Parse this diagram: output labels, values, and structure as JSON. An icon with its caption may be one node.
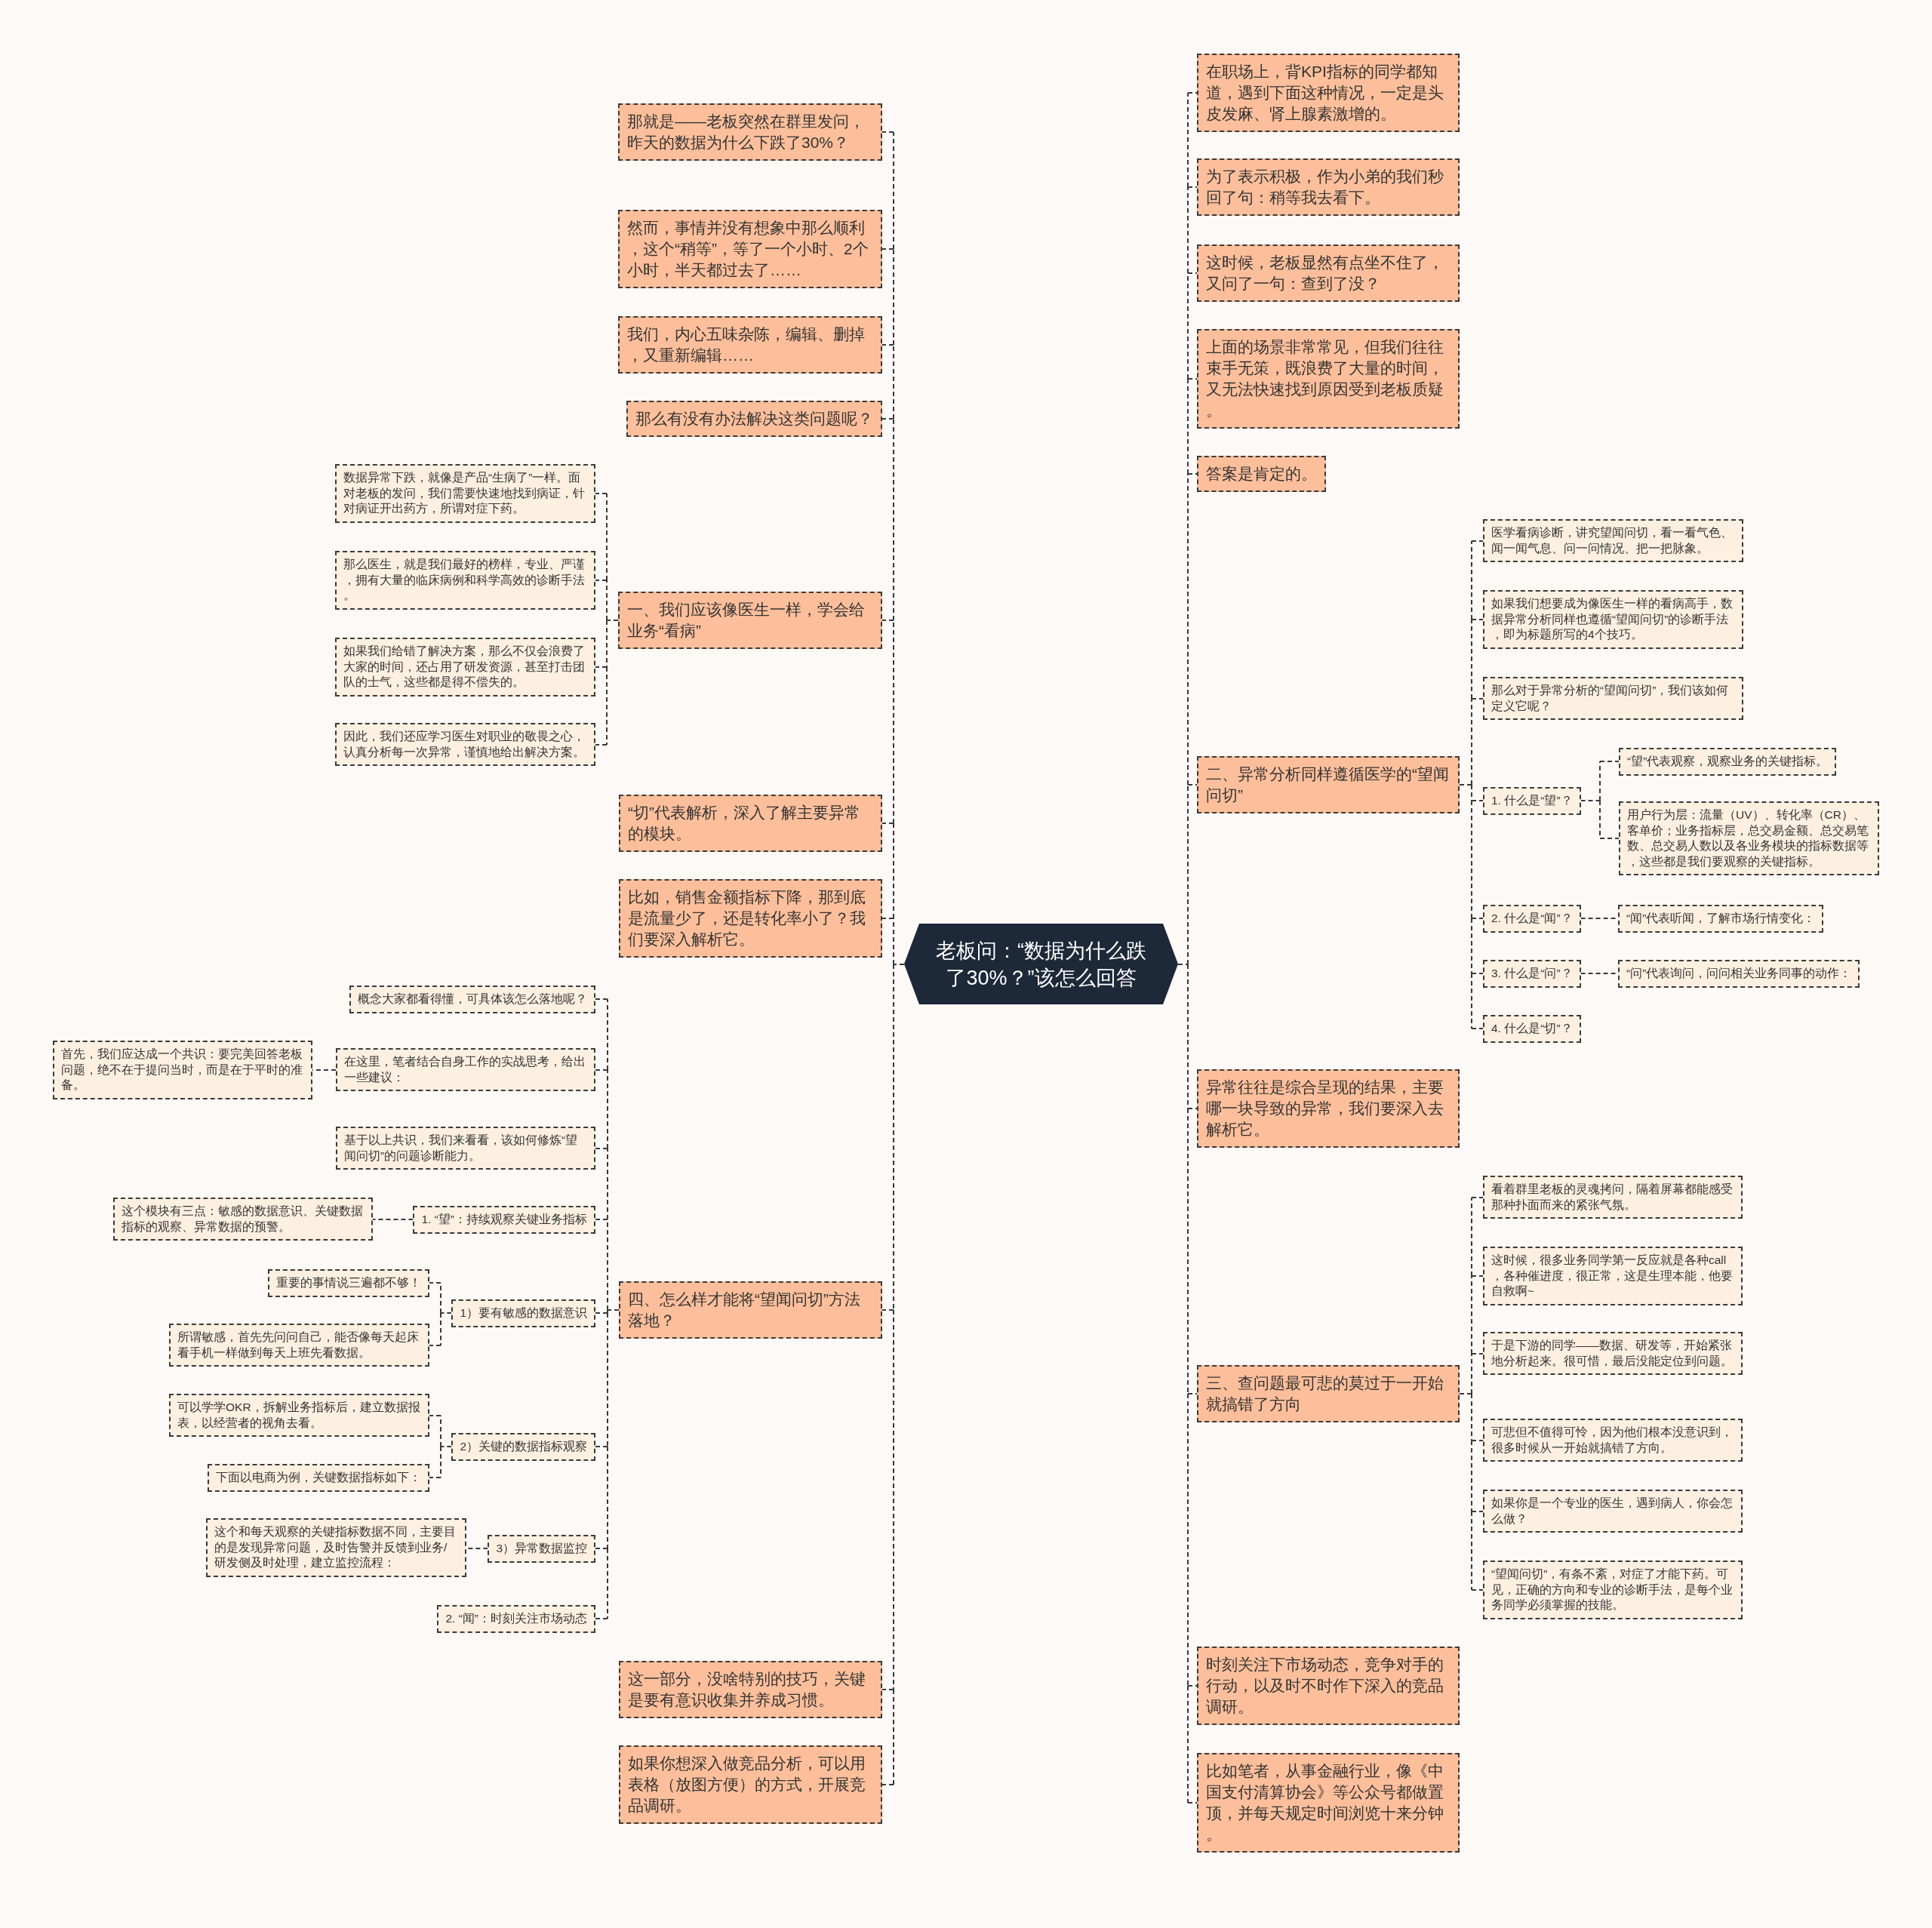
{
  "diagram": {
    "nodes": [
      {
        "text": [
          "老板问：“数据为什么跌了30%？”该怎么回答"
        ]
      },
      {
        "text": [
          "那就是——老板突然在群里发问，昨天的数据为什么下跌了30%？"
        ]
      },
      {
        "text": [
          "然而，事情并没有想象中那么顺利，这个“稍等”，等了一个小时、2个小时，半天都过去了……"
        ]
      },
      {
        "text": [
          "我们，内心五味杂陈，编辑、删掉，又重新编辑……"
        ]
      },
      {
        "text": [
          "那么有没有办法解决这类问题呢？"
        ]
      },
      {
        "text": [
          "一、我们应该像医生一样，学会给业务“看病”"
        ]
      },
      {
        "text": [
          "数据异常下跌，就像是产品“生病了”一样。面对老板的发问，我们需要快速地找到病证，针对病证开出药方，所谓对症下药。"
        ]
      },
      {
        "text": [
          "那么医生，就是我们最好的榜样，专业、严谨，拥有大量的临床病例和科学高效的诊断手法。"
        ]
      },
      {
        "text": [
          "如果我们给错了解决方案，那么不仅会浪费了大家的时间，还占用了研发资源，甚至打击团队的士气，这些都是得不偿失的。"
        ]
      },
      {
        "text": [
          "因此，我们还应学习医生对职业的敬畏之心，认真分析每一次异常，谨慎地给出解决方案。"
        ]
      },
      {
        "text": [
          "“切”代表解析，深入了解主要异常的模块。"
        ]
      },
      {
        "text": [
          "比如，销售金额指标下降，那到底是流量少了，还是转化率小了？我们要深入解析它。"
        ]
      },
      {
        "text": [
          "四、怎么样才能将“望闻问切”方法落地？"
        ]
      },
      {
        "text": [
          "概念大家都看得懂，可具体该怎么落地呢？"
        ]
      },
      {
        "text": [
          "在这里，笔者结合自身工作的实战思考，给出一些建议："
        ]
      },
      {
        "text": [
          "首先，我们应达成一个共识：要完美回答老板问题，绝不在于提问当时，而是在于平时的准备。"
        ]
      },
      {
        "text": [
          "基于以上共识，我们来看看，该如何修炼“望闻问切”的问题诊断能力。"
        ]
      },
      {
        "text": [
          "1. “望”：持续观察关键业务指标"
        ]
      },
      {
        "text": [
          "这个模块有三点：敏感的数据意识、关键数据指标的观察、异常数据的预警。"
        ]
      },
      {
        "text": [
          "1）要有敏感的数据意识"
        ]
      },
      {
        "text": [
          "重要的事情说三遍都不够！"
        ]
      },
      {
        "text": [
          "所谓敏感，首先先问问自己，能否像每天起床看手机一样做到每天上班先看数据。"
        ]
      },
      {
        "text": [
          "2）关键的数据指标观察"
        ]
      },
      {
        "text": [
          "可以学学OKR，拆解业务指标后，建立数据报表，以经营者的视角去看。"
        ]
      },
      {
        "text": [
          "下面以电商为例，关键数据指标如下："
        ]
      },
      {
        "text": [
          "3）异常数据监控"
        ]
      },
      {
        "text": [
          "这个和每天观察的关键指标数据不同，主要目的是发现异常问题，及时告警并反馈到业务/研发侧及时处理，建立监控流程："
        ]
      },
      {
        "text": [
          "2. “闻”：时刻关注市场动态"
        ]
      },
      {
        "text": [
          "这一部分，没啥特别的技巧，关键是要有意识收集并养成习惯。"
        ]
      },
      {
        "text": [
          "如果你想深入做竞品分析，可以用表格（放图方便）的方式，开展竞品调研。"
        ]
      },
      {
        "text": [
          "在职场上，背KPI指标的同学都知道，遇到下面这种情况，一定是头皮发麻、肾上腺素激增的。"
        ]
      },
      {
        "text": [
          "为了表示积极，作为小弟的我们秒回了句：稍等我去看下。"
        ]
      },
      {
        "text": [
          "这时候，老板显然有点坐不住了，又问了一句：查到了没？"
        ]
      },
      {
        "text": [
          "上面的场景非常常见，但我们往往束手无策，既浪费了大量的时间，又无法快速找到原因受到老板质疑。"
        ]
      },
      {
        "text": [
          "答案是肯定的。"
        ]
      },
      {
        "text": [
          "二、异常分析同样遵循医学的“望闻问切”"
        ]
      },
      {
        "text": [
          "医学看病诊断，讲究望闻问切，看一看气色、闻一闻气息、问一问情况、把一把脉象。"
        ]
      },
      {
        "text": [
          "如果我们想要成为像医生一样的看病高手，数据异常分析同样也遵循“望闻问切”的诊断手法，即为标题所写的4个技巧。"
        ]
      },
      {
        "text": [
          "那么对于异常分析的“望闻问切”，我们该如何定义它呢？"
        ]
      },
      {
        "text": [
          "1. 什么是“望”？"
        ]
      },
      {
        "text": [
          "“望”代表观察，观察业务的关键指标。"
        ]
      },
      {
        "text": [
          "用户行为层：流量（UV）、转化率（CR）、客单价；业务指标层，总交易金额、总交易笔数、总交易人数以及各业务模块的指标数据等，这些都是我们要观察的关键指标。"
        ]
      },
      {
        "text": [
          "2. 什么是“闻”？"
        ]
      },
      {
        "text": [
          "“闻”代表听闻，了解市场行情变化："
        ]
      },
      {
        "text": [
          "3. 什么是“问”？"
        ]
      },
      {
        "text": [
          "“问”代表询问，问问相关业务同事的动作："
        ]
      },
      {
        "text": [
          "4. 什么是“切”？"
        ]
      },
      {
        "text": [
          "异常往往是综合呈现的结果，主要哪一块导致的异常，我们要深入去解析它。"
        ]
      },
      {
        "text": [
          "三、查问题最可悲的莫过于一开始就搞错了方向"
        ]
      },
      {
        "text": [
          "看着群里老板的灵魂拷问，隔着屏幕都能感受那种扑面而来的紧张气氛。"
        ]
      },
      {
        "text": [
          "这时候，很多业务同学第一反应就是各种call，各种催进度，很正常，这是生理本能，他要自救啊~"
        ]
      },
      {
        "text": [
          "于是下游的同学——数据、研发等，开始紧张地分析起来。很可惜，最后没能定位到问题。"
        ]
      },
      {
        "text": [
          "可悲但不值得可怜，因为他们根本没意识到，很多时候从一开始就搞错了方向。"
        ]
      },
      {
        "text": [
          "如果你是一个专业的医生，遇到病人，你会怎么做？"
        ]
      },
      {
        "text": [
          "“望闻问切”，有条不紊，对症了才能下药。可见，正确的方向和专业的诊断手法，是每个业务同学必须掌握的技能。"
        ]
      },
      {
        "text": [
          "时刻关注下市场动态，竞争对手的行动，以及时不时作下深入的竞品调研。"
        ]
      },
      {
        "text": [
          "比如笔者，从事金融行业，像《中国支付清算协会》等公众号都做置顶，并每天规定时间浏览十来分钟。"
        ]
      }
    ],
    "edges": [
      {
        "from": 0,
        "to": 1,
        "arrow": "none"
      },
      {
        "from": 0,
        "to": 2,
        "arrow": "none"
      },
      {
        "from": 0,
        "to": 3,
        "arrow": "none"
      },
      {
        "from": 0,
        "to": 4,
        "arrow": "none"
      },
      {
        "from": 0,
        "to": 5,
        "arrow": "none"
      },
      {
        "from": 5,
        "to": 6,
        "arrow": "none"
      },
      {
        "from": 5,
        "to": 7,
        "arrow": "none"
      },
      {
        "from": 5,
        "to": 8,
        "arrow": "none"
      },
      {
        "from": 5,
        "to": 9,
        "arrow": "none"
      },
      {
        "from": 0,
        "to": 10,
        "arrow": "none"
      },
      {
        "from": 0,
        "to": 11,
        "arrow": "none"
      },
      {
        "from": 0,
        "to": 12,
        "arrow": "none"
      },
      {
        "from": 12,
        "to": 13,
        "arrow": "none"
      },
      {
        "from": 12,
        "to": 14,
        "arrow": "none"
      },
      {
        "from": 14,
        "to": 15,
        "arrow": "none"
      },
      {
        "from": 12,
        "to": 16,
        "arrow": "none"
      },
      {
        "from": 12,
        "to": 17,
        "arrow": "none"
      },
      {
        "from": 17,
        "to": 18,
        "arrow": "none"
      },
      {
        "from": 12,
        "to": 19,
        "arrow": "none"
      },
      {
        "from": 19,
        "to": 20,
        "arrow": "none"
      },
      {
        "from": 19,
        "to": 21,
        "arrow": "none"
      },
      {
        "from": 12,
        "to": 22,
        "arrow": "none"
      },
      {
        "from": 22,
        "to": 23,
        "arrow": "none"
      },
      {
        "from": 22,
        "to": 24,
        "arrow": "none"
      },
      {
        "from": 12,
        "to": 25,
        "arrow": "none"
      },
      {
        "from": 25,
        "to": 26,
        "arrow": "none"
      },
      {
        "from": 12,
        "to": 27,
        "arrow": "none"
      },
      {
        "from": 0,
        "to": 28,
        "arrow": "none"
      },
      {
        "from": 0,
        "to": 29,
        "arrow": "none"
      },
      {
        "from": 0,
        "to": 30,
        "arrow": "none"
      },
      {
        "from": 0,
        "to": 31,
        "arrow": "none"
      },
      {
        "from": 0,
        "to": 32,
        "arrow": "none"
      },
      {
        "from": 0,
        "to": 33,
        "arrow": "none"
      },
      {
        "from": 0,
        "to": 34,
        "arrow": "none"
      },
      {
        "from": 0,
        "to": 35,
        "arrow": "none"
      },
      {
        "from": 35,
        "to": 36,
        "arrow": "none"
      },
      {
        "from": 35,
        "to": 37,
        "arrow": "none"
      },
      {
        "from": 35,
        "to": 38,
        "arrow": "none"
      },
      {
        "from": 35,
        "to": 39,
        "arrow": "none"
      },
      {
        "from": 39,
        "to": 40,
        "arrow": "none"
      },
      {
        "from": 39,
        "to": 41,
        "arrow": "none"
      },
      {
        "from": 35,
        "to": 42,
        "arrow": "none"
      },
      {
        "from": 42,
        "to": 43,
        "arrow": "none"
      },
      {
        "from": 35,
        "to": 44,
        "arrow": "none"
      },
      {
        "from": 44,
        "to": 45,
        "arrow": "none"
      },
      {
        "from": 35,
        "to": 46,
        "arrow": "none"
      },
      {
        "from": 0,
        "to": 47,
        "arrow": "none"
      },
      {
        "from": 0,
        "to": 48,
        "arrow": "none"
      },
      {
        "from": 48,
        "to": 49,
        "arrow": "none"
      },
      {
        "from": 48,
        "to": 50,
        "arrow": "none"
      },
      {
        "from": 48,
        "to": 51,
        "arrow": "none"
      },
      {
        "from": 48,
        "to": 52,
        "arrow": "none"
      },
      {
        "from": 48,
        "to": 53,
        "arrow": "none"
      },
      {
        "from": 48,
        "to": 54,
        "arrow": "none"
      },
      {
        "from": 0,
        "to": 55,
        "arrow": "none"
      },
      {
        "from": 0,
        "to": 56,
        "arrow": "none"
      }
    ]
  }
}
